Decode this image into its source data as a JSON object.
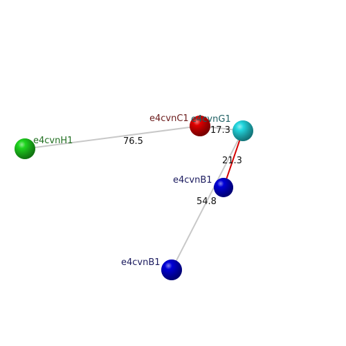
{
  "atoms": [
    {
      "id": "H1",
      "label": "e4cvnH1",
      "color": "#1fd61f",
      "label_color": "#1f6e1f"
    },
    {
      "id": "C1",
      "label": "e4cvnC1",
      "color": "#e00000",
      "label_color": "#6a1a1a"
    },
    {
      "id": "G1",
      "label": "e4cvnG1",
      "color": "#24d8e0",
      "label_color": "#1d5e61"
    },
    {
      "id": "B1a",
      "label": "e4cvnB1",
      "color": "#0000d8",
      "label_color": "#1a1a5e"
    },
    {
      "id": "B1b",
      "label": "e4cvnB1",
      "color": "#0000d8",
      "label_color": "#1a1a5e"
    }
  ],
  "bonds": [
    {
      "from": "H1",
      "to": "C1",
      "distance": "76.5",
      "color": "#c8c8c8"
    },
    {
      "from": "C1",
      "to": "G1",
      "distance": "17.3",
      "color": "#c8c8c8"
    },
    {
      "from": "G1",
      "to": "B1a",
      "distance": "21.3",
      "color": "#d40000"
    },
    {
      "from": "G1",
      "to": "B1b",
      "distance": "54.8",
      "color": "#c8c8c8"
    }
  ]
}
